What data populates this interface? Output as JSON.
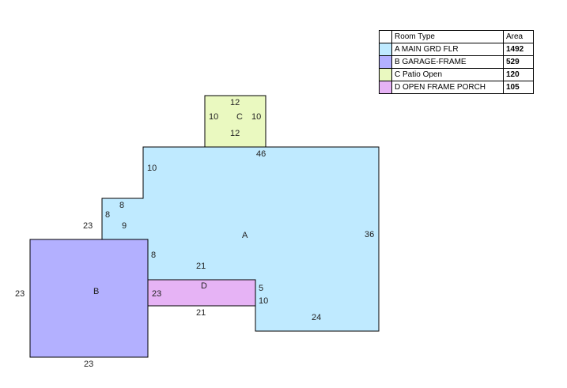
{
  "legend": {
    "header_type": "Room Type",
    "header_area": "Area",
    "rows": [
      {
        "name": "A MAIN GRD FLR",
        "area": "1492",
        "color": "#bfeaff"
      },
      {
        "name": "B GARAGE-FRAME",
        "area": "529",
        "color": "#b3b0ff"
      },
      {
        "name": "C Patio Open",
        "area": "120",
        "color": "#eaf9c0"
      },
      {
        "name": "D OPEN FRAME PORCH",
        "area": "105",
        "color": "#e6b3f5"
      }
    ]
  },
  "rooms": {
    "A": {
      "label": "A",
      "color": "#bfeaff",
      "dims": [
        "46",
        "10",
        "8",
        "8",
        "9",
        "8",
        "21",
        "36",
        "5",
        "10",
        "24"
      ]
    },
    "B": {
      "label": "B",
      "color": "#b3b0ff",
      "dims": [
        "23",
        "23",
        "23"
      ]
    },
    "C": {
      "label": "C",
      "color": "#eaf9c0",
      "dims": [
        "12",
        "10",
        "10",
        "12"
      ]
    },
    "D": {
      "label": "D",
      "color": "#e6b3f5",
      "dims": [
        "23",
        "21"
      ]
    }
  }
}
